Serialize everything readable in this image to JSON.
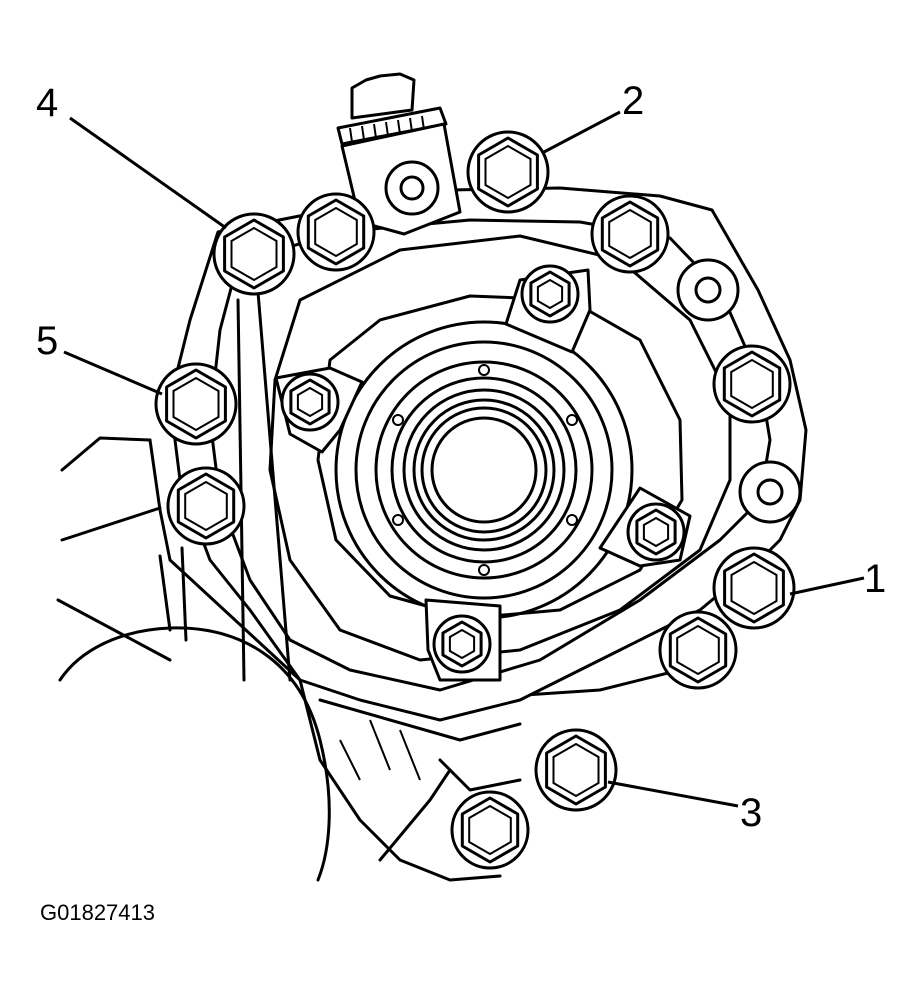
{
  "figure": {
    "id_label": "G01827413",
    "callouts": [
      {
        "number": "1"
      },
      {
        "number": "2"
      },
      {
        "number": "3"
      },
      {
        "number": "4"
      },
      {
        "number": "5"
      }
    ]
  },
  "colors": {
    "line": "#000000",
    "background": "#ffffff"
  }
}
